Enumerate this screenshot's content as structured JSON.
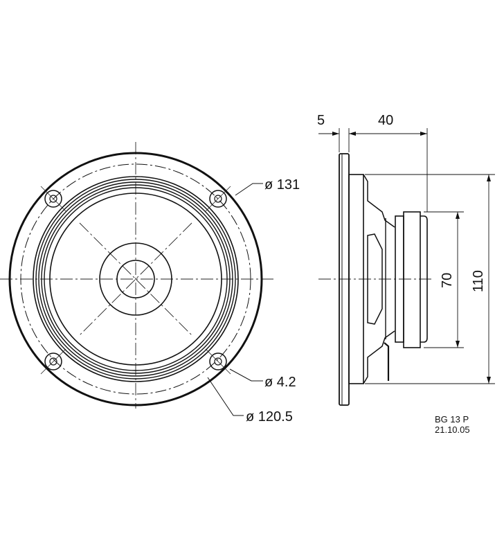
{
  "front_view": {
    "dim_outer": "ø 131",
    "dim_hole": "ø 4.2",
    "dim_bolt_circle": "ø 120.5"
  },
  "side_view": {
    "dim_flange": "5",
    "dim_depth": "40",
    "dim_magnet": "70",
    "dim_basket": "110"
  },
  "title_block": {
    "model": "BG 13 P",
    "date": "21.10.05"
  }
}
